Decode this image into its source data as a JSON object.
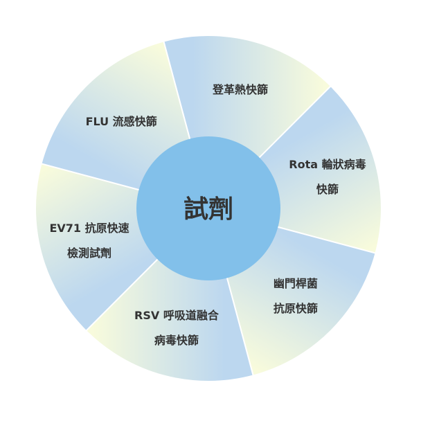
{
  "diagram": {
    "center": {
      "label": "試劑",
      "fill": "#82c0ea"
    },
    "colors": {
      "blue": "#bcd7ef",
      "yellow": "#f8fbdc",
      "divider": "#ffffff",
      "text": "#333333"
    },
    "segments": [
      {
        "name": "fever-rapid-test",
        "lines": [
          "登革熱快篩"
        ]
      },
      {
        "name": "rota-rapid-test",
        "lines": [
          "Rota 輪狀病毒",
          "快篩"
        ]
      },
      {
        "name": "hp-antigen-test",
        "lines": [
          "幽門桿菌",
          "抗原快篩"
        ]
      },
      {
        "name": "rsv-rapid-test",
        "lines": [
          "RSV 呼吸道融合",
          "病毒快篩"
        ]
      },
      {
        "name": "ev71-antigen-test",
        "lines": [
          "EV71 抗原快速",
          "檢測試劑"
        ]
      },
      {
        "name": "flu-rapid-test",
        "lines": [
          "FLU 流感快篩"
        ]
      }
    ]
  }
}
